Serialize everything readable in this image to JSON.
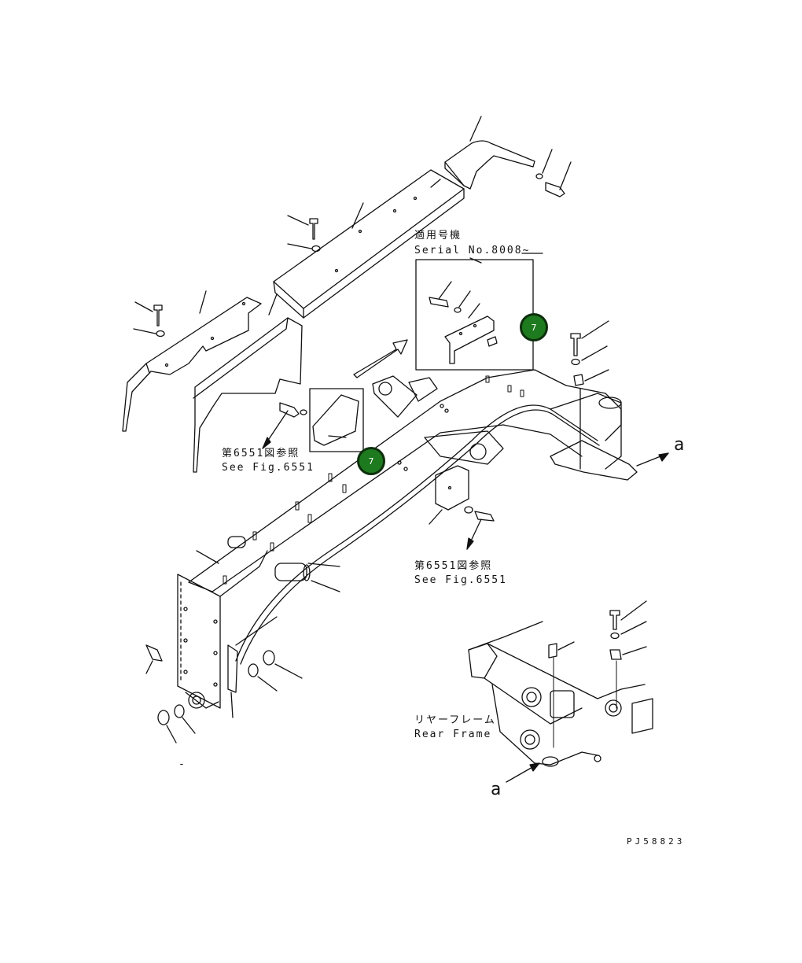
{
  "labels": {
    "serial_jp": "適用号機",
    "serial_en": "Serial No.8008~",
    "see_fig_jp_1": "第6551図参照",
    "see_fig_en_1": "See Fig.6551",
    "see_fig_jp_2": "第6551図参照",
    "see_fig_en_2": "See Fig.6551",
    "rear_frame_jp": "リヤーフレーム",
    "rear_frame_en": "Rear Frame",
    "marker_a_right": "a",
    "marker_a_bottom": "a",
    "drawing_code": "PJ58823",
    "stray_dash": "-"
  },
  "callouts": [
    {
      "number": "7",
      "color": "#1e7a1e"
    },
    {
      "number": "7",
      "color": "#1e7a1e"
    }
  ],
  "colors": {
    "line": "#111111",
    "callout_fill": "#1e7a1e",
    "callout_border": "#0d2f0d"
  }
}
